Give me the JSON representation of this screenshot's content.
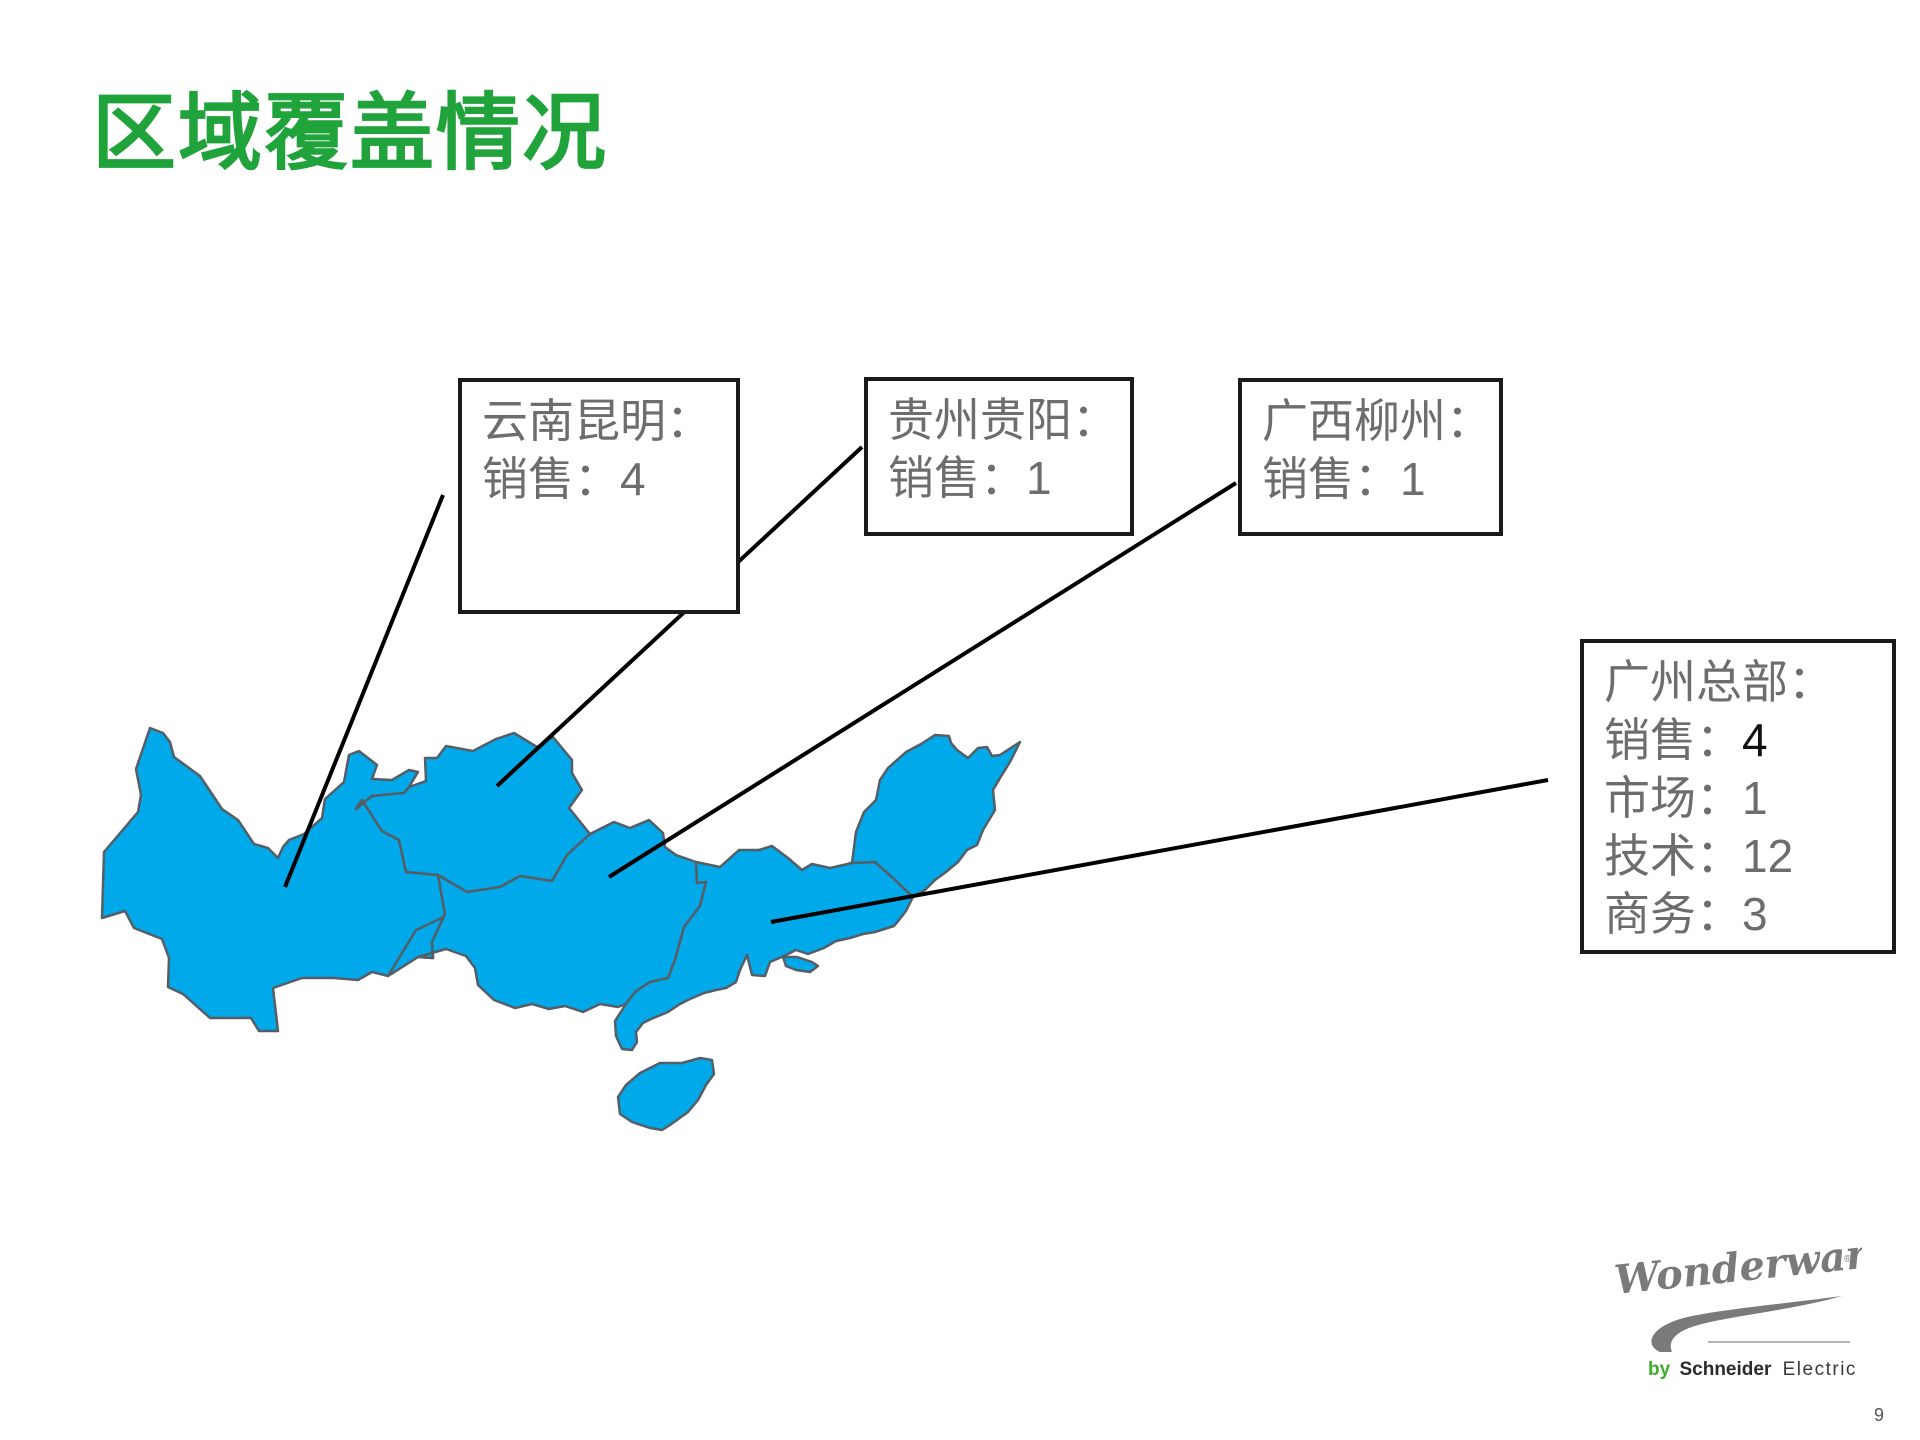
{
  "title": "区域覆盖情况",
  "colors": {
    "title": "#1fa33a",
    "region_fill": "#00a9ea",
    "region_border": "#555e66",
    "callout_text": "#6d6d6d"
  },
  "callouts": [
    {
      "city": "云南昆明：",
      "rows": [
        {
          "label": "销售：",
          "value": "4"
        }
      ]
    },
    {
      "city": "贵州贵阳：",
      "rows": [
        {
          "label": "销售：",
          "value": "1"
        }
      ]
    },
    {
      "city": "广西柳州：",
      "rows": [
        {
          "label": "销售：",
          "value": "1"
        }
      ]
    },
    {
      "city": "广州总部：",
      "rows": [
        {
          "label": "销售：",
          "value": "4"
        },
        {
          "label": "市场：",
          "value": "1"
        },
        {
          "label": "技术：",
          "value": "12"
        },
        {
          "label": "商务：",
          "value": "3"
        }
      ]
    }
  ],
  "logo": {
    "wordmark": "Wonderware",
    "byline_prefix": "by",
    "byline_brand": "Schneider",
    "byline_suffix": "Electric"
  },
  "page_number": "9"
}
